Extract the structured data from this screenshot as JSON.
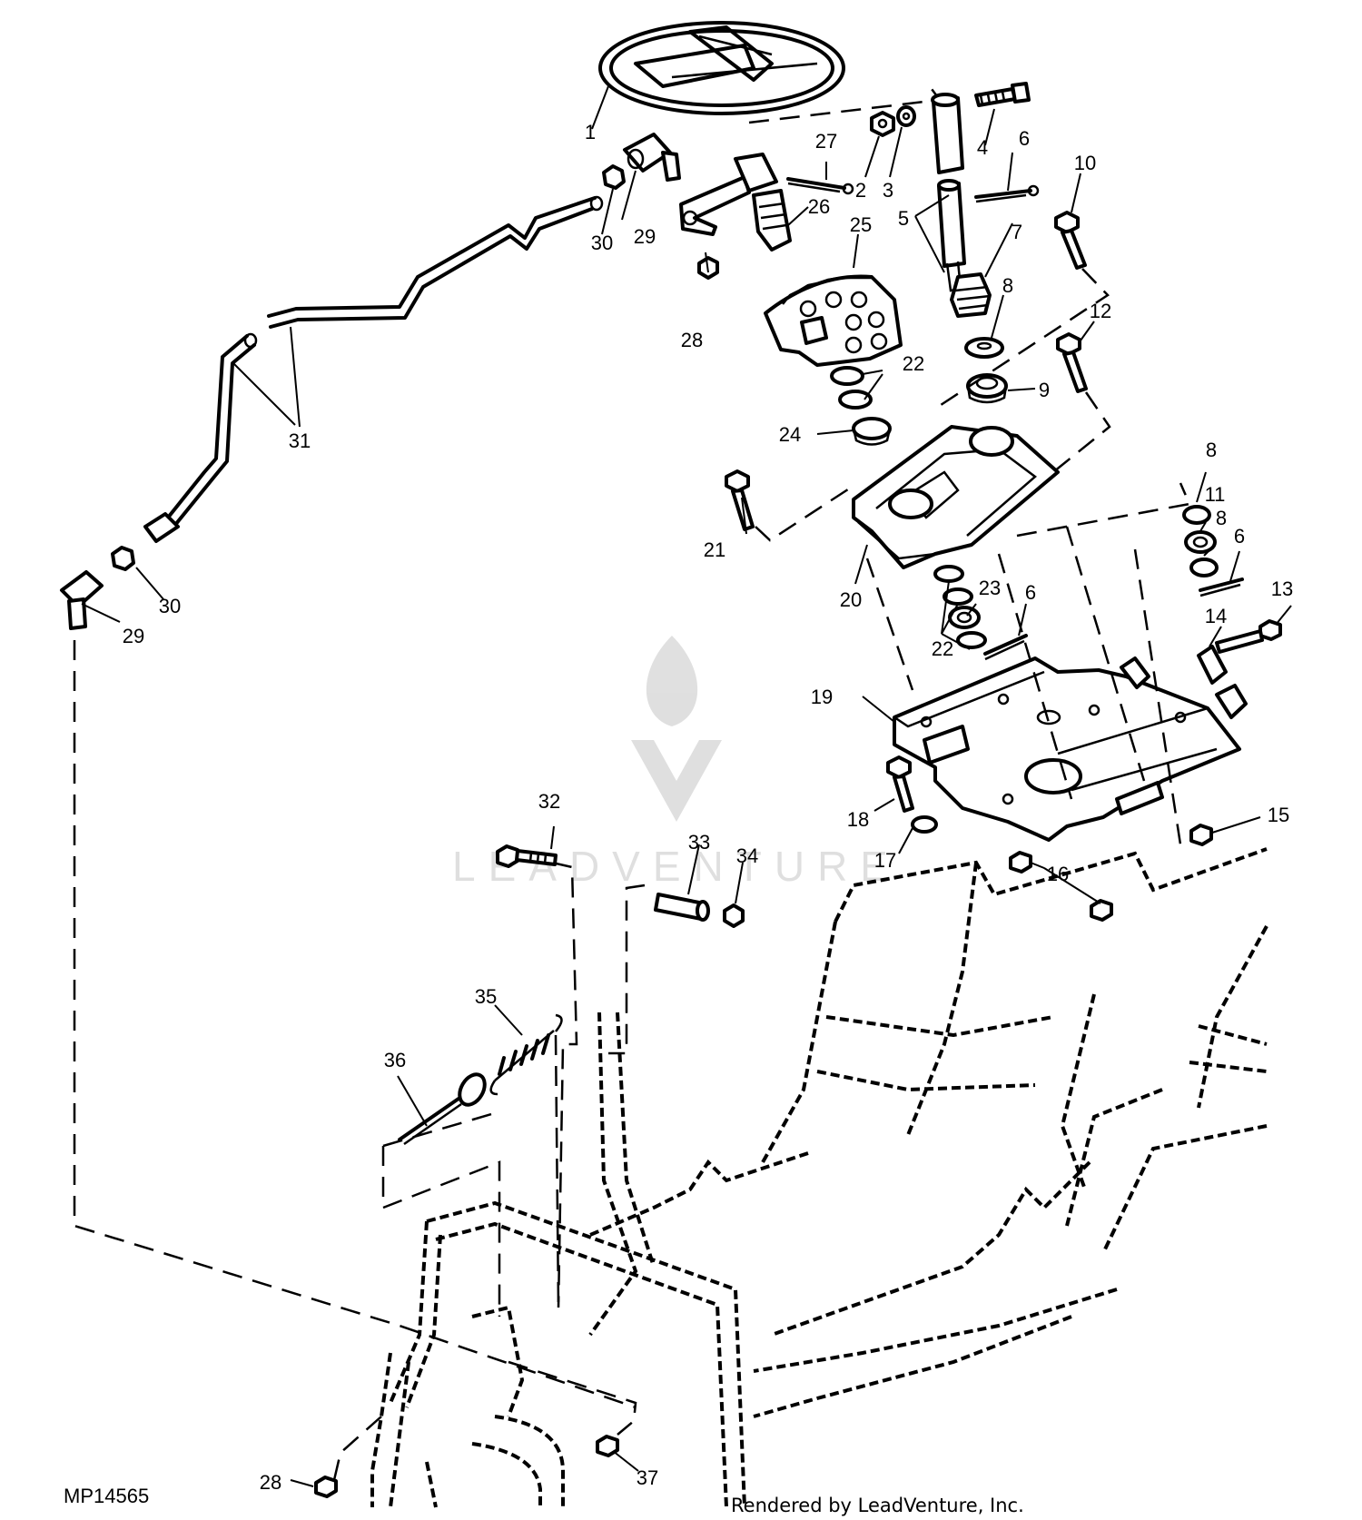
{
  "figure_id": "MP14565",
  "credit": "Rendered by LeadVenture, Inc.",
  "watermark": "LEADVENTURE",
  "callouts": [
    {
      "id": "1",
      "label": "1"
    },
    {
      "id": "2",
      "label": "2"
    },
    {
      "id": "3",
      "label": "3"
    },
    {
      "id": "4",
      "label": "4"
    },
    {
      "id": "5",
      "label": "5"
    },
    {
      "id": "6a",
      "label": "6"
    },
    {
      "id": "6b",
      "label": "6"
    },
    {
      "id": "6c",
      "label": "6"
    },
    {
      "id": "7",
      "label": "7"
    },
    {
      "id": "8a",
      "label": "8"
    },
    {
      "id": "8b",
      "label": "8"
    },
    {
      "id": "8c",
      "label": "8"
    },
    {
      "id": "9",
      "label": "9"
    },
    {
      "id": "10",
      "label": "10"
    },
    {
      "id": "11",
      "label": "11"
    },
    {
      "id": "12",
      "label": "12"
    },
    {
      "id": "13",
      "label": "13"
    },
    {
      "id": "14",
      "label": "14"
    },
    {
      "id": "15",
      "label": "15"
    },
    {
      "id": "16",
      "label": "16"
    },
    {
      "id": "17",
      "label": "17"
    },
    {
      "id": "18",
      "label": "18"
    },
    {
      "id": "19",
      "label": "19"
    },
    {
      "id": "20",
      "label": "20"
    },
    {
      "id": "21",
      "label": "21"
    },
    {
      "id": "22a",
      "label": "22"
    },
    {
      "id": "22b",
      "label": "22"
    },
    {
      "id": "23",
      "label": "23"
    },
    {
      "id": "24",
      "label": "24"
    },
    {
      "id": "25",
      "label": "25"
    },
    {
      "id": "26",
      "label": "26"
    },
    {
      "id": "27",
      "label": "27"
    },
    {
      "id": "28a",
      "label": "28"
    },
    {
      "id": "28b",
      "label": "28"
    },
    {
      "id": "29a",
      "label": "29"
    },
    {
      "id": "29b",
      "label": "29"
    },
    {
      "id": "30a",
      "label": "30"
    },
    {
      "id": "30b",
      "label": "30"
    },
    {
      "id": "31",
      "label": "31"
    },
    {
      "id": "32",
      "label": "32"
    },
    {
      "id": "33",
      "label": "33"
    },
    {
      "id": "34",
      "label": "34"
    },
    {
      "id": "35",
      "label": "35"
    },
    {
      "id": "36",
      "label": "36"
    },
    {
      "id": "37",
      "label": "37"
    }
  ]
}
